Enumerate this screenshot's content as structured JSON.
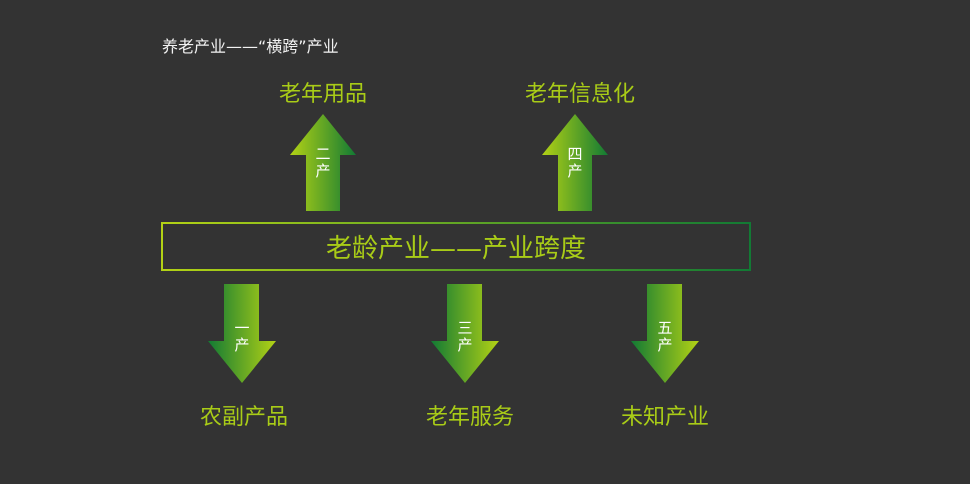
{
  "title": "养老产业——“横跨”产业",
  "center": {
    "label": "老龄产业——产业跨度"
  },
  "colors": {
    "accent": "#a9cc17",
    "gradient_light": "#b3d215",
    "gradient_dark": "#127a34",
    "background": "#333333"
  },
  "up_arrows": [
    {
      "sector": "二产",
      "label": "老年用品"
    },
    {
      "sector": "四产",
      "label": "老年信息化"
    }
  ],
  "down_arrows": [
    {
      "sector": "一产",
      "label": "农副产品"
    },
    {
      "sector": "三产",
      "label": "老年服务"
    },
    {
      "sector": "五产",
      "label": "未知产业"
    }
  ]
}
